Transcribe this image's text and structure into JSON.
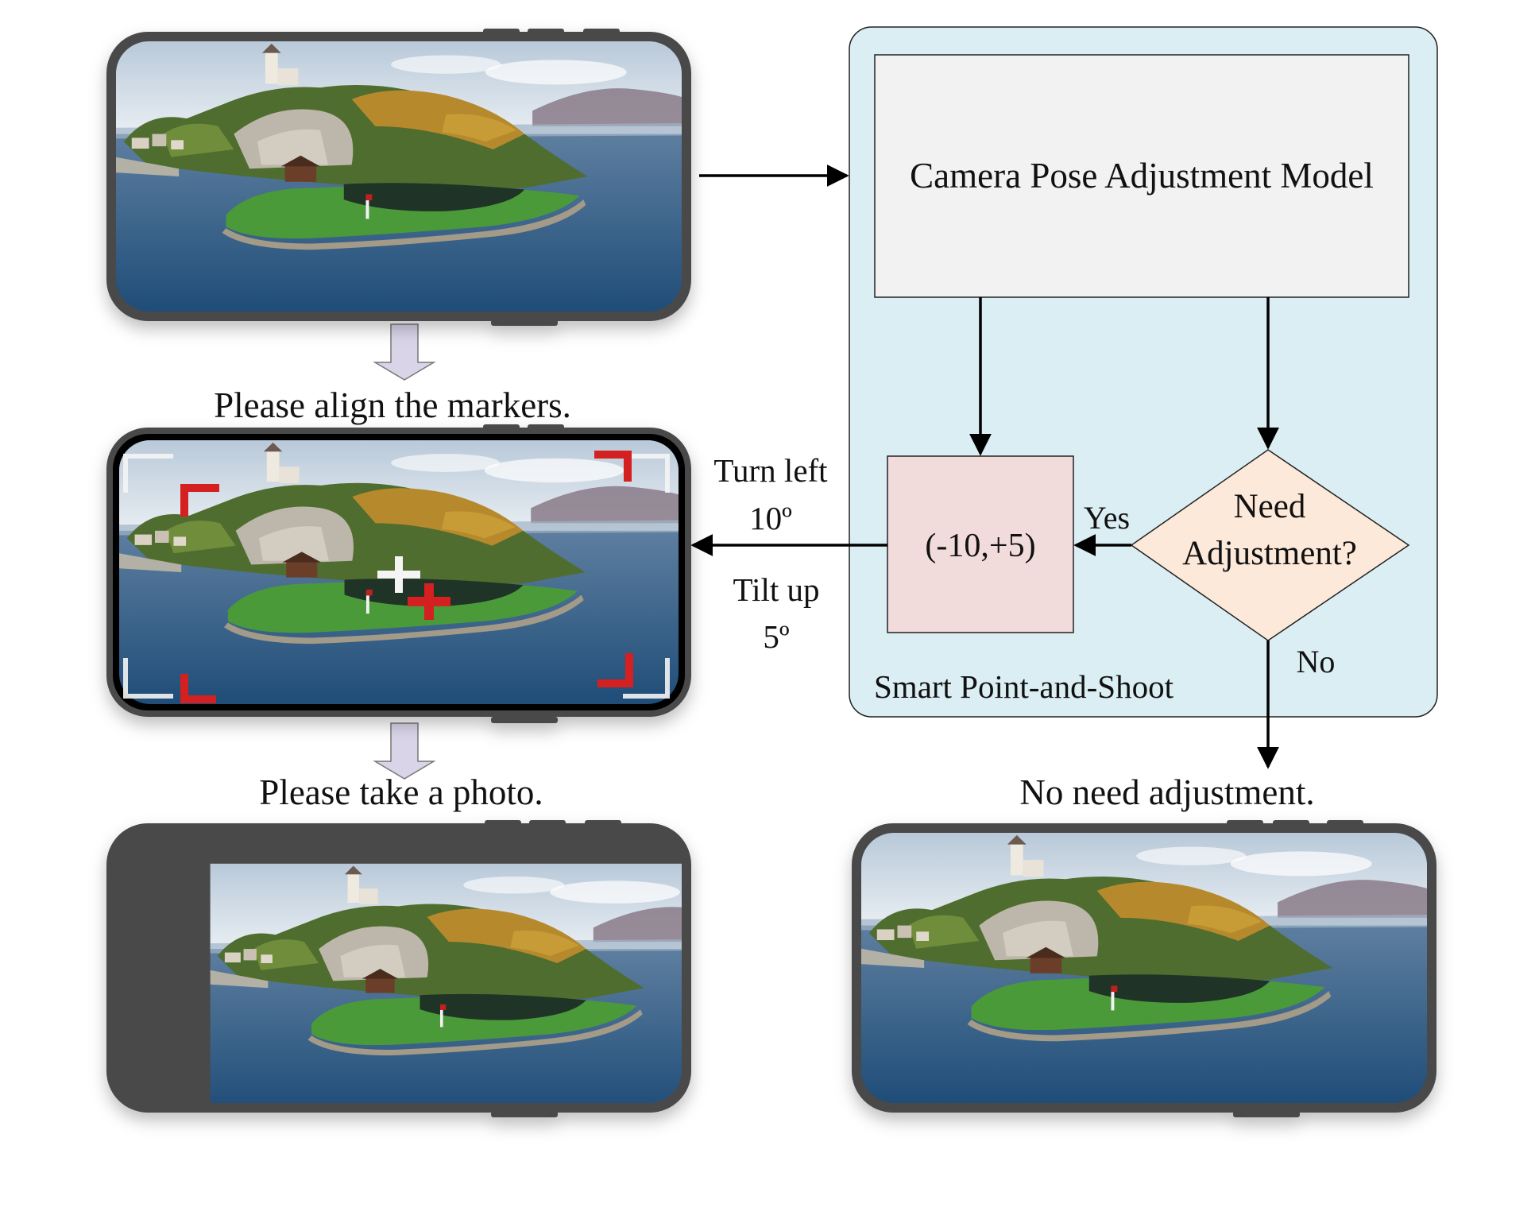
{
  "flow": {
    "model_label": "Camera Pose Adjustment Model",
    "decision_line1": "Need",
    "decision_line2": "Adjustment?",
    "output_value": "(-10,+5)",
    "yes_label": "Yes",
    "no_label": "No",
    "container_label": "Smart Point-and-Shoot",
    "turn_line1": "Turn left",
    "turn_line2": "10º",
    "tilt_line1": "Tilt up",
    "tilt_line2": "5º"
  },
  "captions": {
    "align": "Please align the markers.",
    "take": "Please take a photo.",
    "no_need": "No need adjustment."
  },
  "colors": {
    "container_fill": "#dbeef4",
    "model_fill": "#f2f2f2",
    "output_fill": "#f2dcdb",
    "decision_fill": "#fde9d9",
    "marker_red": "#d42020",
    "marker_white": "#f4f4f4",
    "phone_frame": "#4a4a4a",
    "hollow_arrow": "#d9d4e8"
  }
}
